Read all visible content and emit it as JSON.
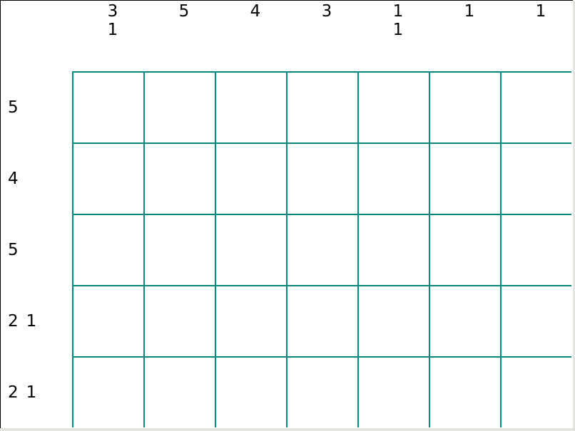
{
  "puzzle": {
    "rows": 5,
    "cols": 7,
    "grid_color": "#00877d",
    "column_clues": [
      [
        "3",
        "1"
      ],
      [
        "5"
      ],
      [
        "4"
      ],
      [
        "3"
      ],
      [
        "1",
        "1"
      ],
      [
        "1"
      ],
      [
        "1"
      ]
    ],
    "row_clues": [
      [
        "5"
      ],
      [
        "4"
      ],
      [
        "5"
      ],
      [
        "2",
        "1"
      ],
      [
        "2",
        "1"
      ]
    ],
    "cell_states": [
      [
        "empty",
        "empty",
        "empty",
        "empty",
        "empty",
        "empty",
        "empty"
      ],
      [
        "empty",
        "empty",
        "empty",
        "empty",
        "empty",
        "empty",
        "empty"
      ],
      [
        "empty",
        "empty",
        "empty",
        "empty",
        "empty",
        "empty",
        "empty"
      ],
      [
        "empty",
        "empty",
        "empty",
        "empty",
        "empty",
        "empty",
        "empty"
      ],
      [
        "empty",
        "empty",
        "empty",
        "empty",
        "empty",
        "empty",
        "empty"
      ]
    ]
  }
}
